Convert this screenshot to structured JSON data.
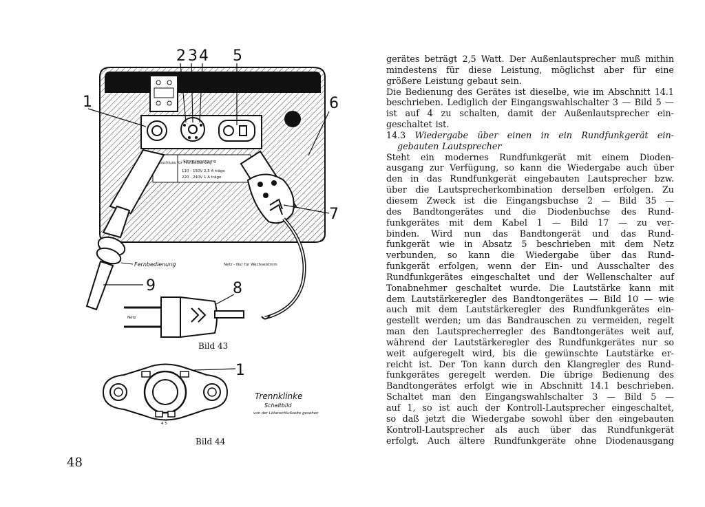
{
  "page": {
    "number": "48"
  },
  "figures": {
    "callouts": [
      "1",
      "2",
      "3",
      "4",
      "5",
      "6",
      "7",
      "8",
      "9"
    ],
    "fig43_caption": "Bild 43",
    "fig44_caption": "Bild 44",
    "labels": {
      "fernbedienung": "Fernbedienung",
      "netz_note": "Netz - Nur für Wechselstrom",
      "netz": "Netz",
      "anschluss": "Anschluss für Fernbedienung",
      "panel_title": "Stromversorgung",
      "panel_line1": "110 - 150V  2,5 A träge",
      "panel_line2": "220 - 240V  1 A träge",
      "trennklinke": "Trennklinke",
      "schaltbild": "Schaltbild",
      "schaltbild_note": "von der Lötanschlußseite gesehen",
      "pin_label": "4 5"
    }
  },
  "text_lines": [
    "gerätes beträgt 2,5 Watt. Der Außenlautsprecher muß mithin",
    "mindestens für diese Leistung, möglichst aber für eine",
    "größere Leistung gebaut sein.",
    "Die Bedienung des Gerätes ist dieselbe, wie im Abschnitt 14.1",
    "beschrieben. Lediglich der Eingangswahlschalter 3 — Bild 5 —",
    "ist auf 4 zu schalten, damit der Außenlautsprecher ein-",
    "geschaltet ist.",
    "14.3 Wiedergabe über einen in ein Rundfunkgerät ein-",
    "gebauten Lautsprecher",
    "Steht ein modernes Rundfunkgerät mit einem Dioden-",
    "ausgang zur Verfügung, so kann die Wiedergabe auch über",
    "den in das Rundfunkgerät eingebauten Lautsprecher bzw.",
    "über die Lautsprecherkombination derselben erfolgen. Zu",
    "diesem Zweck ist die Eingangsbuchse 2 — Bild 35 —",
    "des Bandtongerätes und die Diodenbuchse des Rund-",
    "funkgerätes mit dem Kabel 1 — Bild 17 — zu ver-",
    "binden. Wird nun das Bandtongerät und das Rund-",
    "funkgerät wie in Absatz 5 beschrieben mit dem Netz",
    "verbunden, so kann die Wiedergabe über das Rund-",
    "funkgerät erfolgen, wenn der Ein- und Ausschalter des",
    "Rundfunkgerätes eingeschaltet und der Wellenschalter auf",
    "Tonabnehmer geschaltet wurde. Die Lautstärke kann mit",
    "dem Lautstärkeregler des Bandtongerätes — Bild 10 — wie",
    "auch mit dem Lautstärkeregler des Rundfunkgerätes ein-",
    "gestellt werden; um das Bandrauschen zu vermeiden, regelt",
    "man den Lautsprecherregler des Bandtongerätes weit auf,",
    "während der Lautstärkeregler des Rundfunkgerätes nur so",
    "weit aufgeregelt wird, bis die gewünschte Lautstärke er-",
    "reicht ist. Der Ton kann durch den Klangregler des Rund-",
    "funkgerätes geregelt werden. Die übrige Bedienung des",
    "Bandtongerätes erfolgt wie in Abschnitt 14.1 beschrieben.",
    "Schaltet man den Eingangswahlschalter 3 — Bild 5 —",
    "auf 1, so ist auch der Kontroll-Lautsprecher eingeschaltet,",
    "so daß jetzt die Wiedergabe sowohl über den eingebauten",
    "Kontroll-Lautsprecher als auch über das Rundfunkgerät",
    "erfolgt. Auch ältere Rundfunkgeräte ohne Diodenausgang"
  ]
}
